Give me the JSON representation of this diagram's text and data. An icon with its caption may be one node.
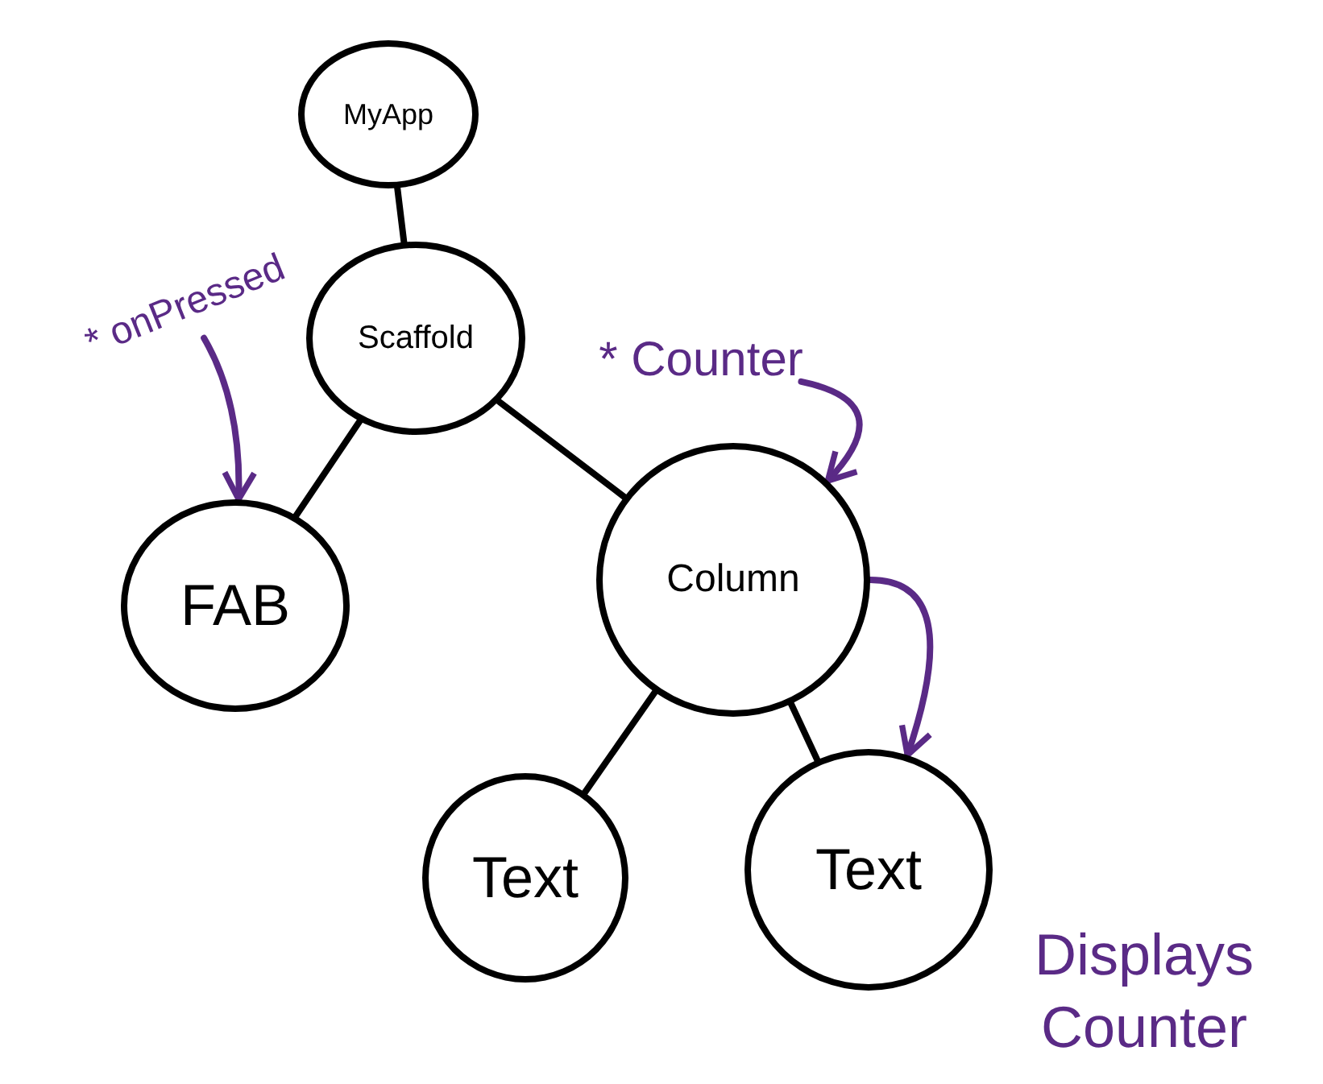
{
  "diagram": {
    "nodes": [
      {
        "text": [
          "MyApp"
        ]
      },
      {
        "text": [
          "Scaffold"
        ]
      },
      {
        "text": [
          "FAB"
        ]
      },
      {
        "text": [
          "Column"
        ]
      },
      {
        "text": [
          "Text"
        ]
      },
      {
        "text": [
          "Text"
        ],
        "beside": [
          "Displays Counter"
        ]
      },
      {
        "text": [
          "* onPressed"
        ]
      },
      {
        "text": [
          "* Counter"
        ]
      }
    ],
    "edges": [
      {
        "from": 0,
        "to": 1,
        "arrow": "none"
      },
      {
        "from": 1,
        "to": 2,
        "arrow": "none"
      },
      {
        "from": 1,
        "to": 3,
        "arrow": "none"
      },
      {
        "from": 3,
        "to": 4,
        "arrow": "none"
      },
      {
        "from": 3,
        "to": 5,
        "arrow": "none"
      },
      {
        "from": 6,
        "to": 2,
        "arrow": "to",
        "color": "#5a2a86"
      },
      {
        "from": 7,
        "to": 3,
        "arrow": "to",
        "color": "#5a2a86"
      },
      {
        "from": 3,
        "to": 5,
        "arrow": "to",
        "color": "#5a2a86"
      }
    ]
  }
}
